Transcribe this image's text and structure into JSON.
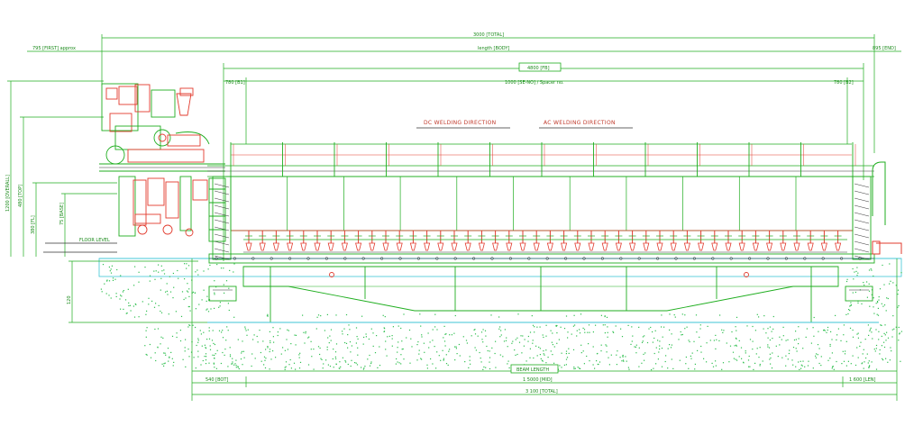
{
  "drawing": {
    "dimensions": {
      "overall_top": "3000 [TOTAL]",
      "top_left": "795 [FIRST] approx",
      "top_middle": "length [BODY]",
      "top_right": "895 [END]",
      "beam_box": "4800 [FB]",
      "span_left": "780 [B1]",
      "span_center": "1000 [SE-NO] / Spacer no.",
      "span_right": "780 [B2]",
      "bottom_box": "BEAM LENGTH",
      "bottom_left": "540 [BOT]",
      "bottom_center": "1 5000 [MID]",
      "bottom_right": "1 600 [LEN]",
      "bottom_total": "3 100 [TOTAL]",
      "left_height_1": "1200 [OVERALL]",
      "left_height_2": "480 [TOP]",
      "left_height_3": "380 [FL]",
      "left_height_4": "75 [BASE]",
      "left_height_5": "120",
      "floor_label": "FLOOR LEVEL"
    },
    "directions": {
      "left": "DC WELDING DIRECTION",
      "right": "AC WELDING DIRECTION"
    },
    "colors": {
      "frame": "#1fae1f",
      "detail": "#e23b2e",
      "foundation": "#2fbf4f",
      "cyan": "#3cc6d6",
      "dark": "#333333"
    }
  }
}
